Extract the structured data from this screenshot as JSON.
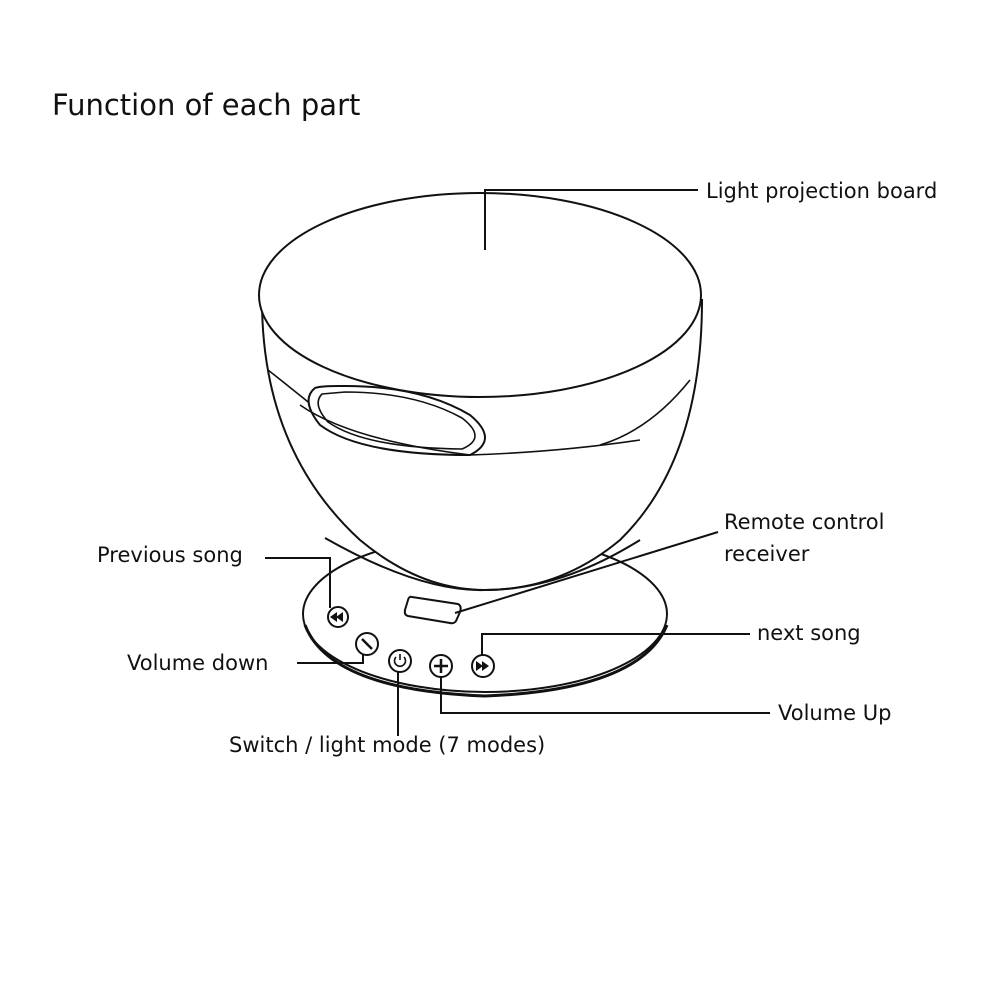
{
  "title": "Function of each part",
  "labels": {
    "light_projection_board": "Light projection board",
    "remote_control_line1": "Remote control",
    "remote_control_line2": "receiver",
    "previous_song": "Previous song",
    "volume_down": "Volume down",
    "next_song": "next song",
    "volume_up": "Volume Up",
    "switch_light_mode": "Switch / light mode (7 modes)"
  }
}
